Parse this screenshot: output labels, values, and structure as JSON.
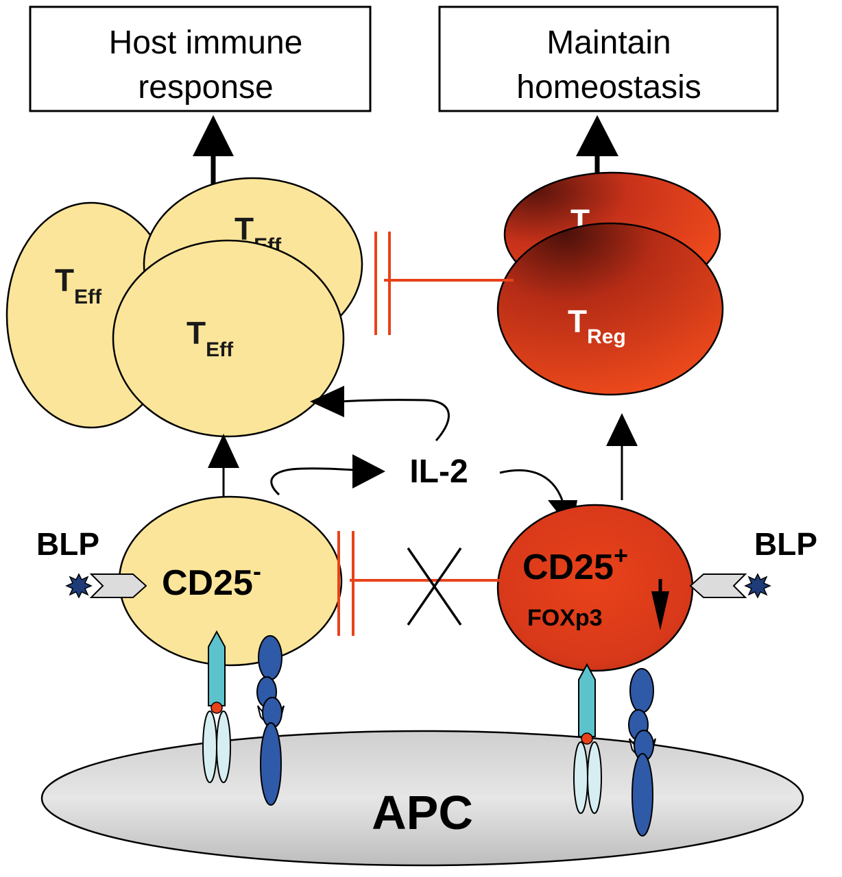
{
  "boxes": {
    "left": {
      "line1": "Host immune",
      "line2": "response"
    },
    "right": {
      "line1": "Maintain",
      "line2": "homeostasis"
    }
  },
  "teff": {
    "main": "T",
    "sub": "Eff"
  },
  "treg": {
    "main": "T",
    "sub": "Reg"
  },
  "cd25_neg": {
    "main": "CD25",
    "sup": "-"
  },
  "cd25_pos": {
    "main": "CD25",
    "sup": "+",
    "foxp3": "FOXp3"
  },
  "il2": "IL-2",
  "blp_left": "BLP",
  "blp_right": "BLP",
  "apc": "APC",
  "colors": {
    "teff_fill": "#fbe59a",
    "treg_fill": "#e8421a",
    "treg_dark": "#6e1a10",
    "inhibition_line": "#e8421a",
    "apc_fill": "#d8d8d8",
    "tcr_fill": "#5cc3cc",
    "mhc_fill": "#2e5aa8"
  }
}
